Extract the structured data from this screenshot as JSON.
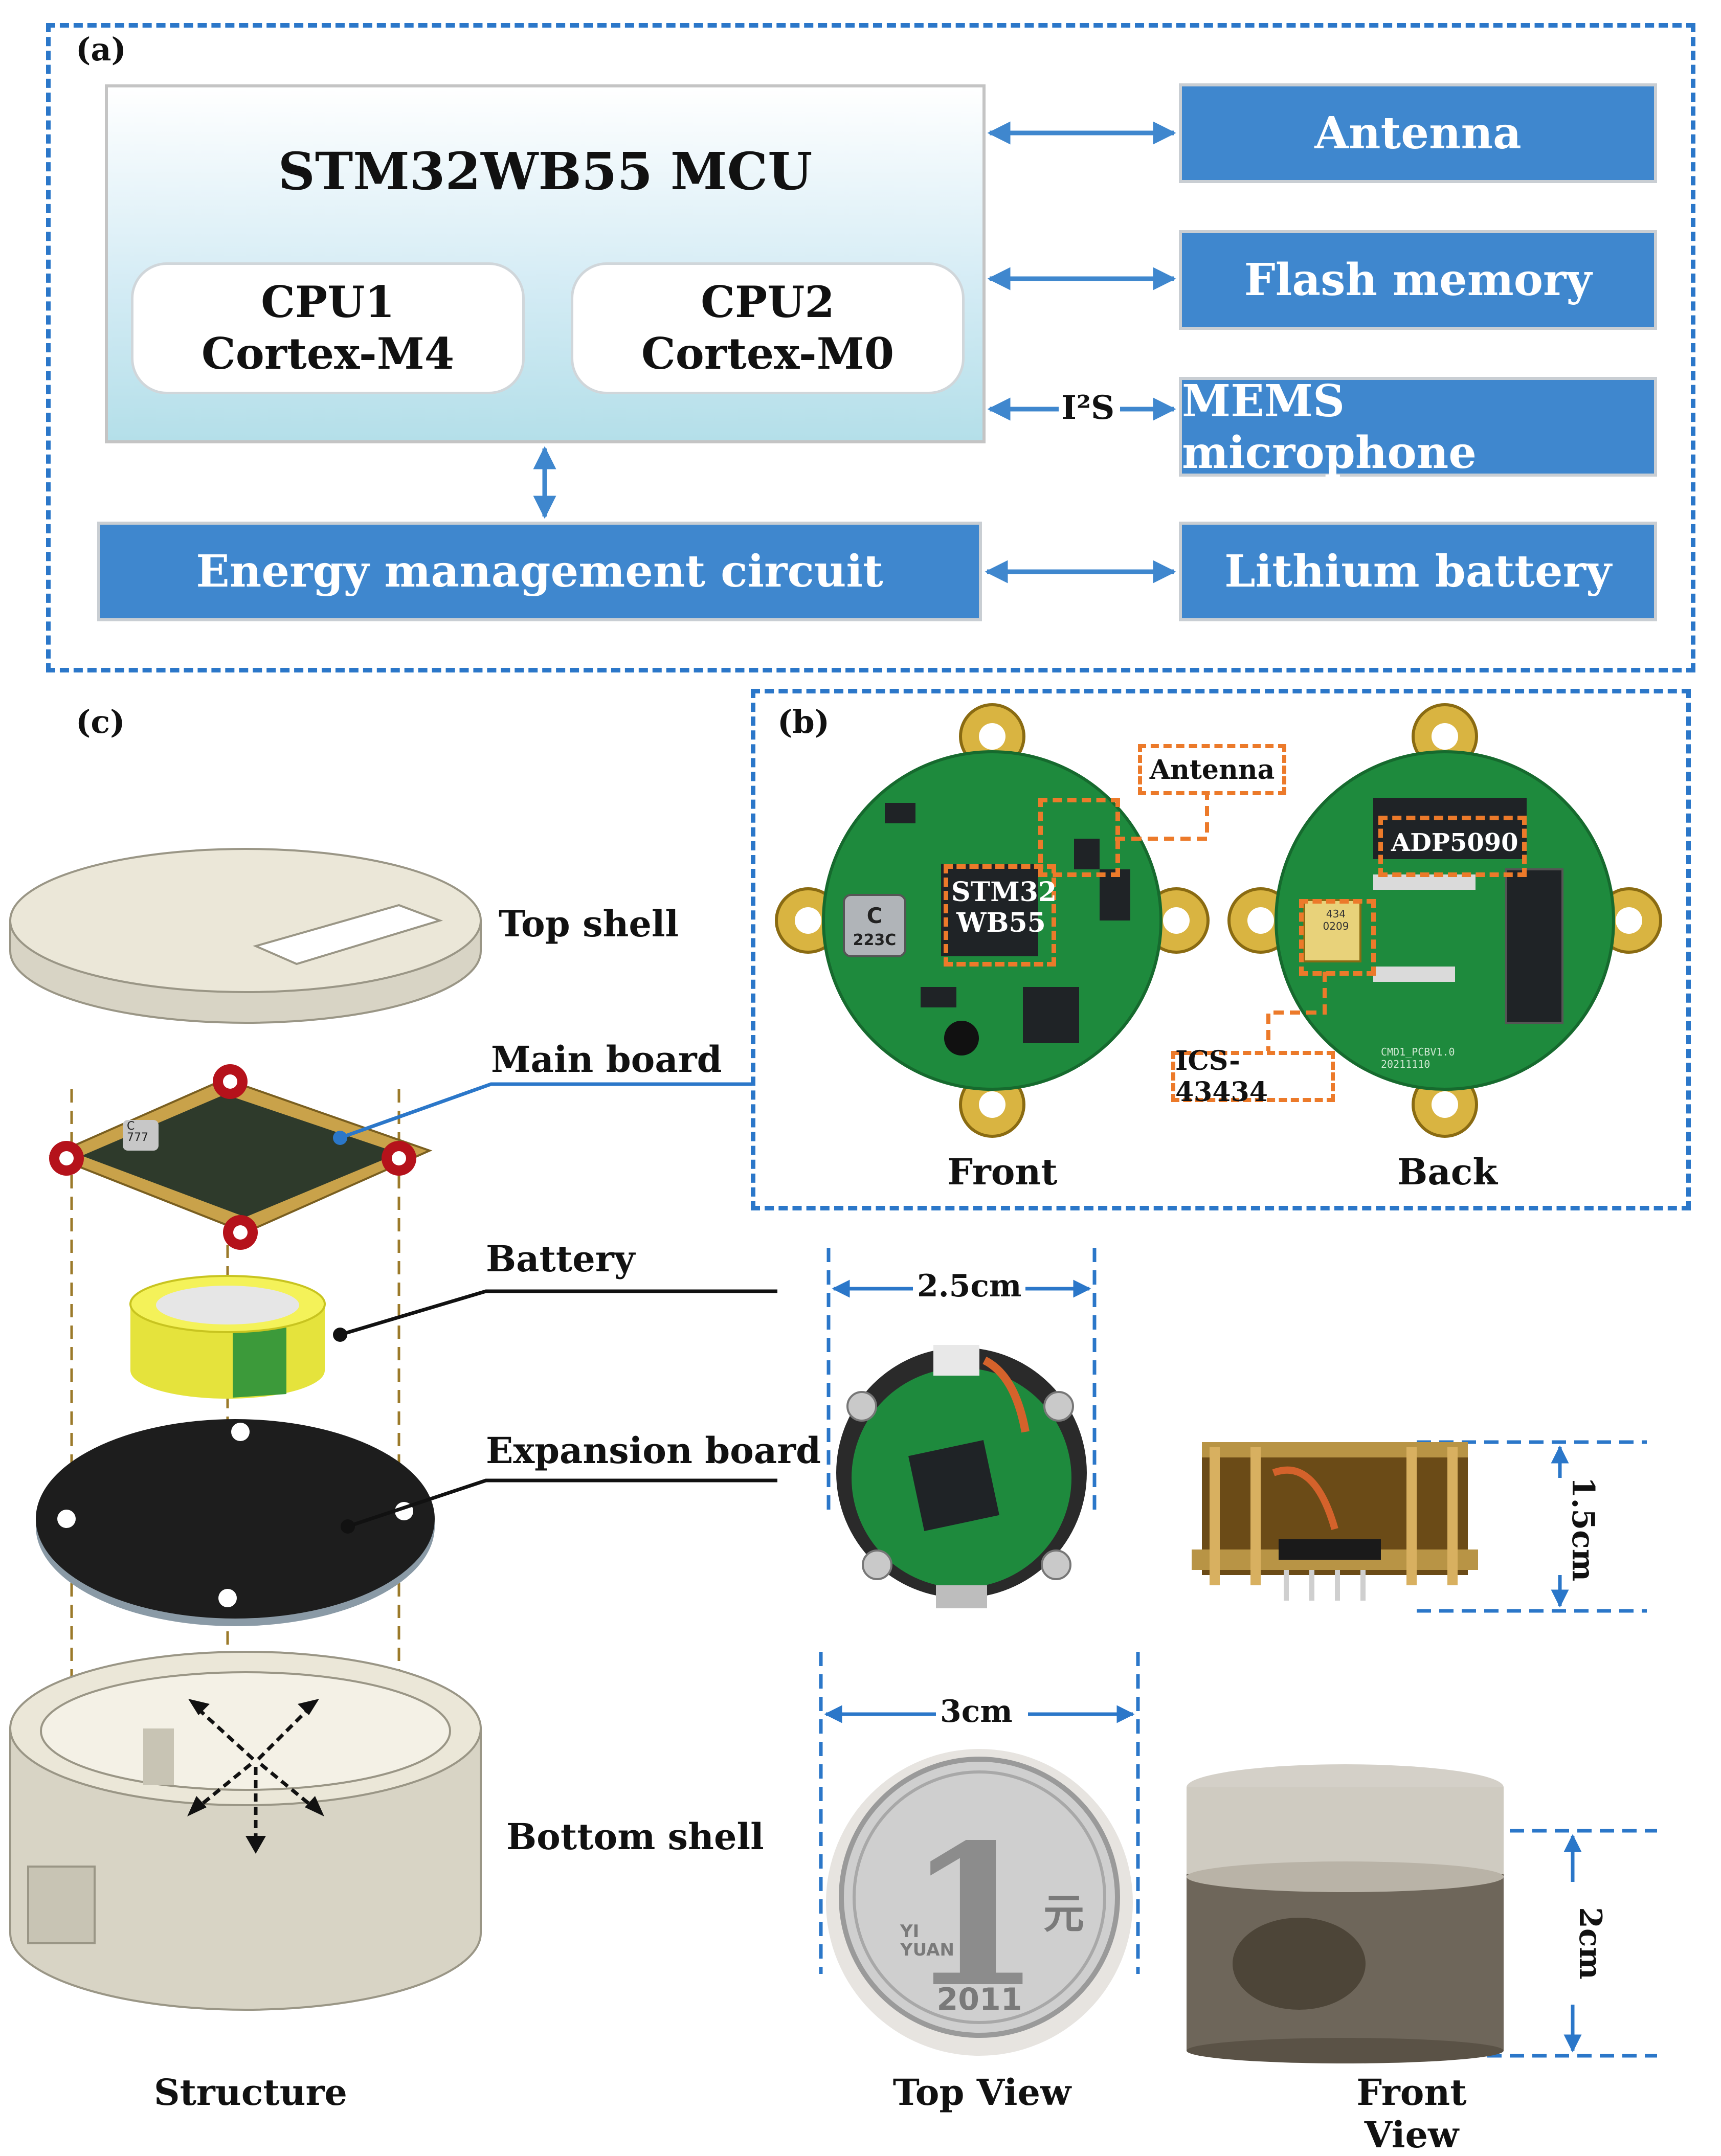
{
  "panel_a": {
    "label": "(a)",
    "mcu": {
      "title": "STM32WB55 MCU",
      "cpu1": {
        "line1": "CPU1",
        "line2": "Cortex-M4"
      },
      "cpu2": {
        "line1": "CPU2",
        "line2": "Cortex-M0"
      }
    },
    "peripherals": {
      "antenna": "Antenna",
      "flash": "Flash memory",
      "mems": "MEMS microphone",
      "battery": "Lithium battery"
    },
    "energy": "Energy management circuit",
    "i2s_label": "I²S"
  },
  "panel_b": {
    "label": "(b)",
    "callouts": {
      "antenna": "Antenna",
      "stm": "STM32\nWB55",
      "adp": "ADP5090",
      "ics": "ICS-43434"
    },
    "chip_marks": {
      "inductor_top": "C",
      "inductor_bottom": "223C",
      "mic_chip": "434\n0209"
    },
    "silkscreen": "CMD1_PCBV1.0\n20211110",
    "captions": {
      "front": "Front",
      "back": "Back"
    }
  },
  "panel_c": {
    "label": "(c)",
    "parts": {
      "top_shell": "Top shell",
      "main_board": "Main board",
      "battery": "Battery",
      "expansion_board": "Expansion board",
      "bottom_shell": "Bottom shell"
    },
    "board_marks": {
      "inductor": "C\n777"
    },
    "caption": "Structure"
  },
  "photos": {
    "dim_width_small": "2.5cm",
    "dim_height_small": "1.5cm",
    "dim_width_large": "3cm",
    "dim_height_large": "2cm",
    "coin": {
      "numeral": "1",
      "yuan": "元",
      "yi_yuan": "YI\nYUAN",
      "year": "2011"
    },
    "captions": {
      "top_view": "Top View",
      "front_view": "Front View"
    }
  },
  "colors": {
    "accent_blue": "#2b77c9",
    "box_blue": "#3f87ce",
    "callout_orange": "#ec7a2a",
    "pcb_green": "#1e8a3d"
  }
}
